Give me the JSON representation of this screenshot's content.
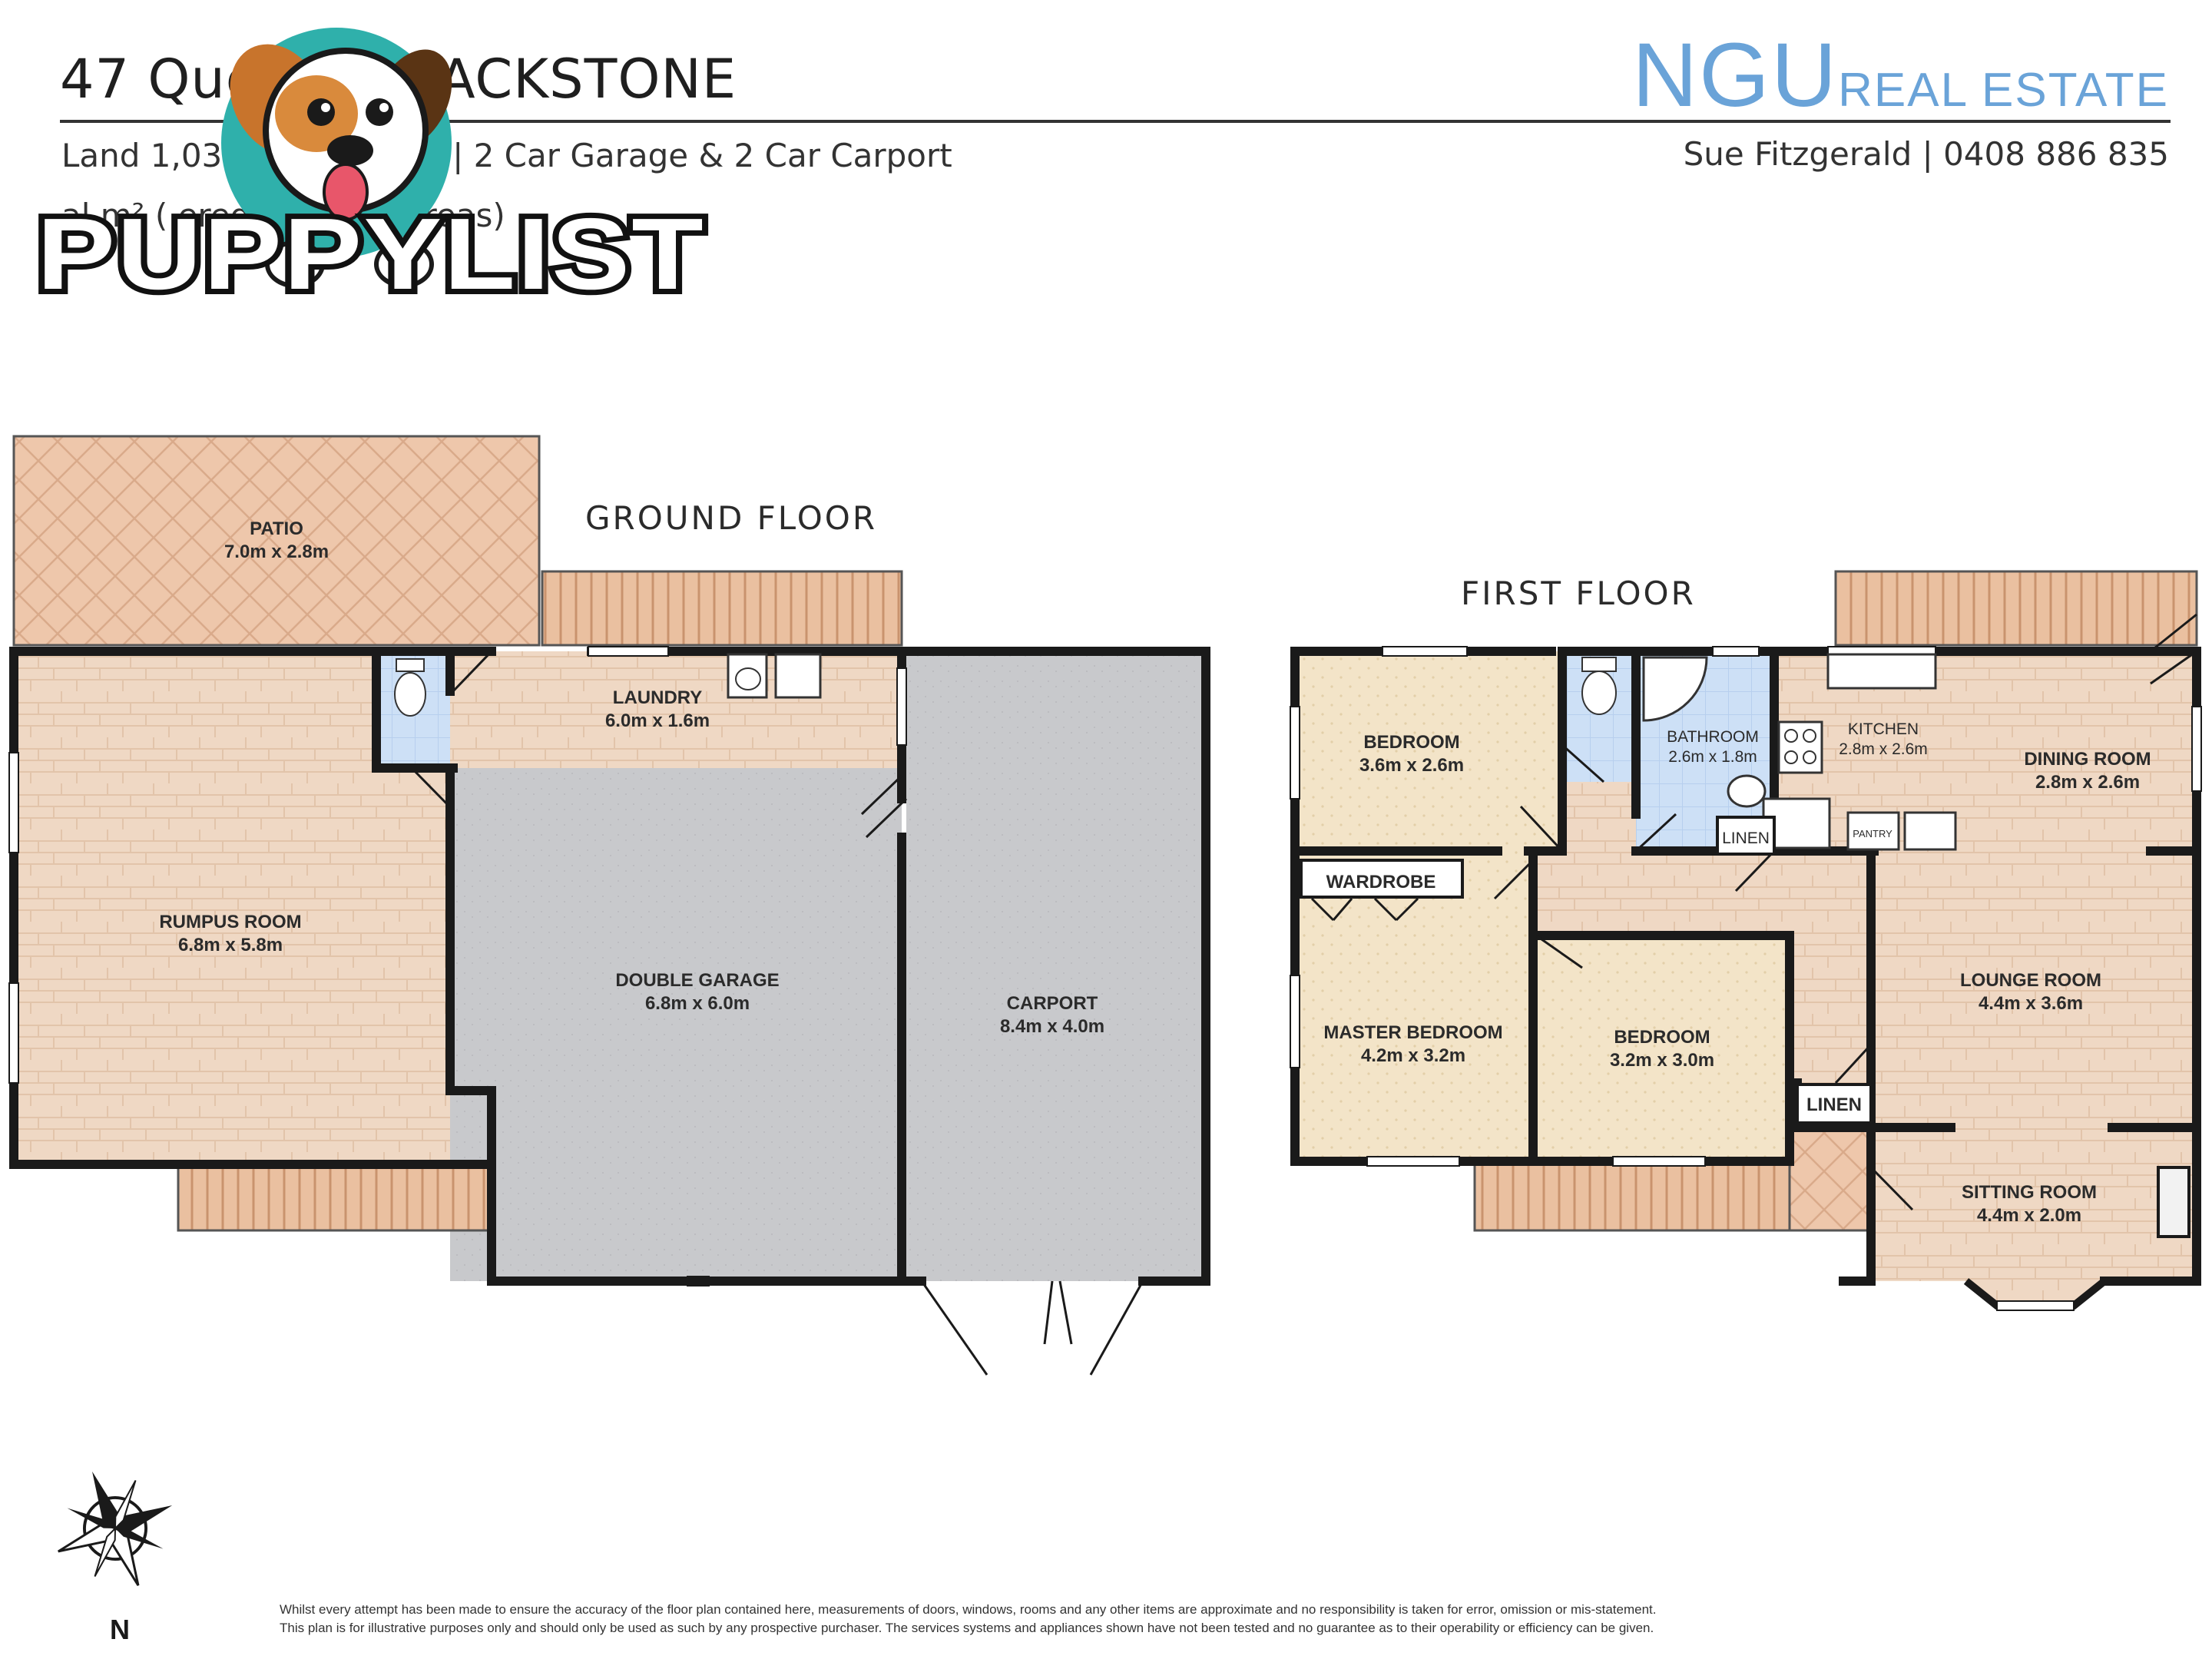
{
  "header": {
    "address": "47 Que      et, BLACKSTONE",
    "info_line": "Land 1,034                    1 Bathroom | 2 Car Garage & 2 Car Carport",
    "area_line": "            al                m² (                  ered external areas)"
  },
  "brand": {
    "name_big": "NGU",
    "name_small": "REAL ESTATE",
    "agent": "Sue Fitzgerald | 0408 886 835"
  },
  "watermark": {
    "text": "PUPPYLIST"
  },
  "floors": {
    "ground": {
      "title": "GROUND FLOOR"
    },
    "first": {
      "title": "FIRST FLOOR"
    }
  },
  "rooms": {
    "patio": {
      "name": "PATIO",
      "size": "7.0m x 2.8m"
    },
    "laundry": {
      "name": "LAUNDRY",
      "size": "6.0m x 1.6m"
    },
    "rumpus": {
      "name": "RUMPUS ROOM",
      "size": "6.8m x 5.8m"
    },
    "garage": {
      "name": "DOUBLE GARAGE",
      "size": "6.8m x 6.0m"
    },
    "carport": {
      "name": "CARPORT",
      "size": "8.4m x 4.0m"
    },
    "bedroom1": {
      "name": "BEDROOM",
      "size": "3.6m x 2.6m"
    },
    "bathroom": {
      "name": "BATHROOM",
      "size": "2.6m x 1.8m"
    },
    "kitchen": {
      "name": "KITCHEN",
      "size": "2.8m x 2.6m"
    },
    "dining": {
      "name": "DINING ROOM",
      "size": "2.8m x 2.6m"
    },
    "wardrobe": {
      "name": "WARDROBE"
    },
    "linen1": {
      "name": "LINEN"
    },
    "pantry": {
      "name": "PANTRY"
    },
    "master": {
      "name": "MASTER BEDROOM",
      "size": "4.2m x 3.2m"
    },
    "bedroom2": {
      "name": "BEDROOM",
      "size": "3.2m x 3.0m"
    },
    "lounge": {
      "name": "LOUNGE ROOM",
      "size": "4.4m x 3.6m"
    },
    "linen2": {
      "name": "LINEN"
    },
    "sitting": {
      "name": "SITTING ROOM",
      "size": "4.4m x 2.0m"
    }
  },
  "compass": {
    "north": "N"
  },
  "disclaimer": {
    "line1": "Whilst every attempt has been made to ensure the accuracy of the floor plan contained here, measurements of doors, windows, rooms and any other items are approximate and no responsibility is taken for error, omission or mis-statement.",
    "line2": "This plan is for illustrative purposes only and should only be used as such by any prospective purchaser. The services systems and appliances shown have not been tested and no guarantee as to their operability or efficiency can be given."
  },
  "colors": {
    "brand_blue": "#6aa3d8",
    "wall": "#1a1a1a",
    "wood": "#efd8c4",
    "patio": "#eec7ab",
    "carpet": "#f3e4c8",
    "tile": "#cde0f6",
    "concrete": "#c8c9cc",
    "watermark_teal": "#2fb0ab"
  }
}
